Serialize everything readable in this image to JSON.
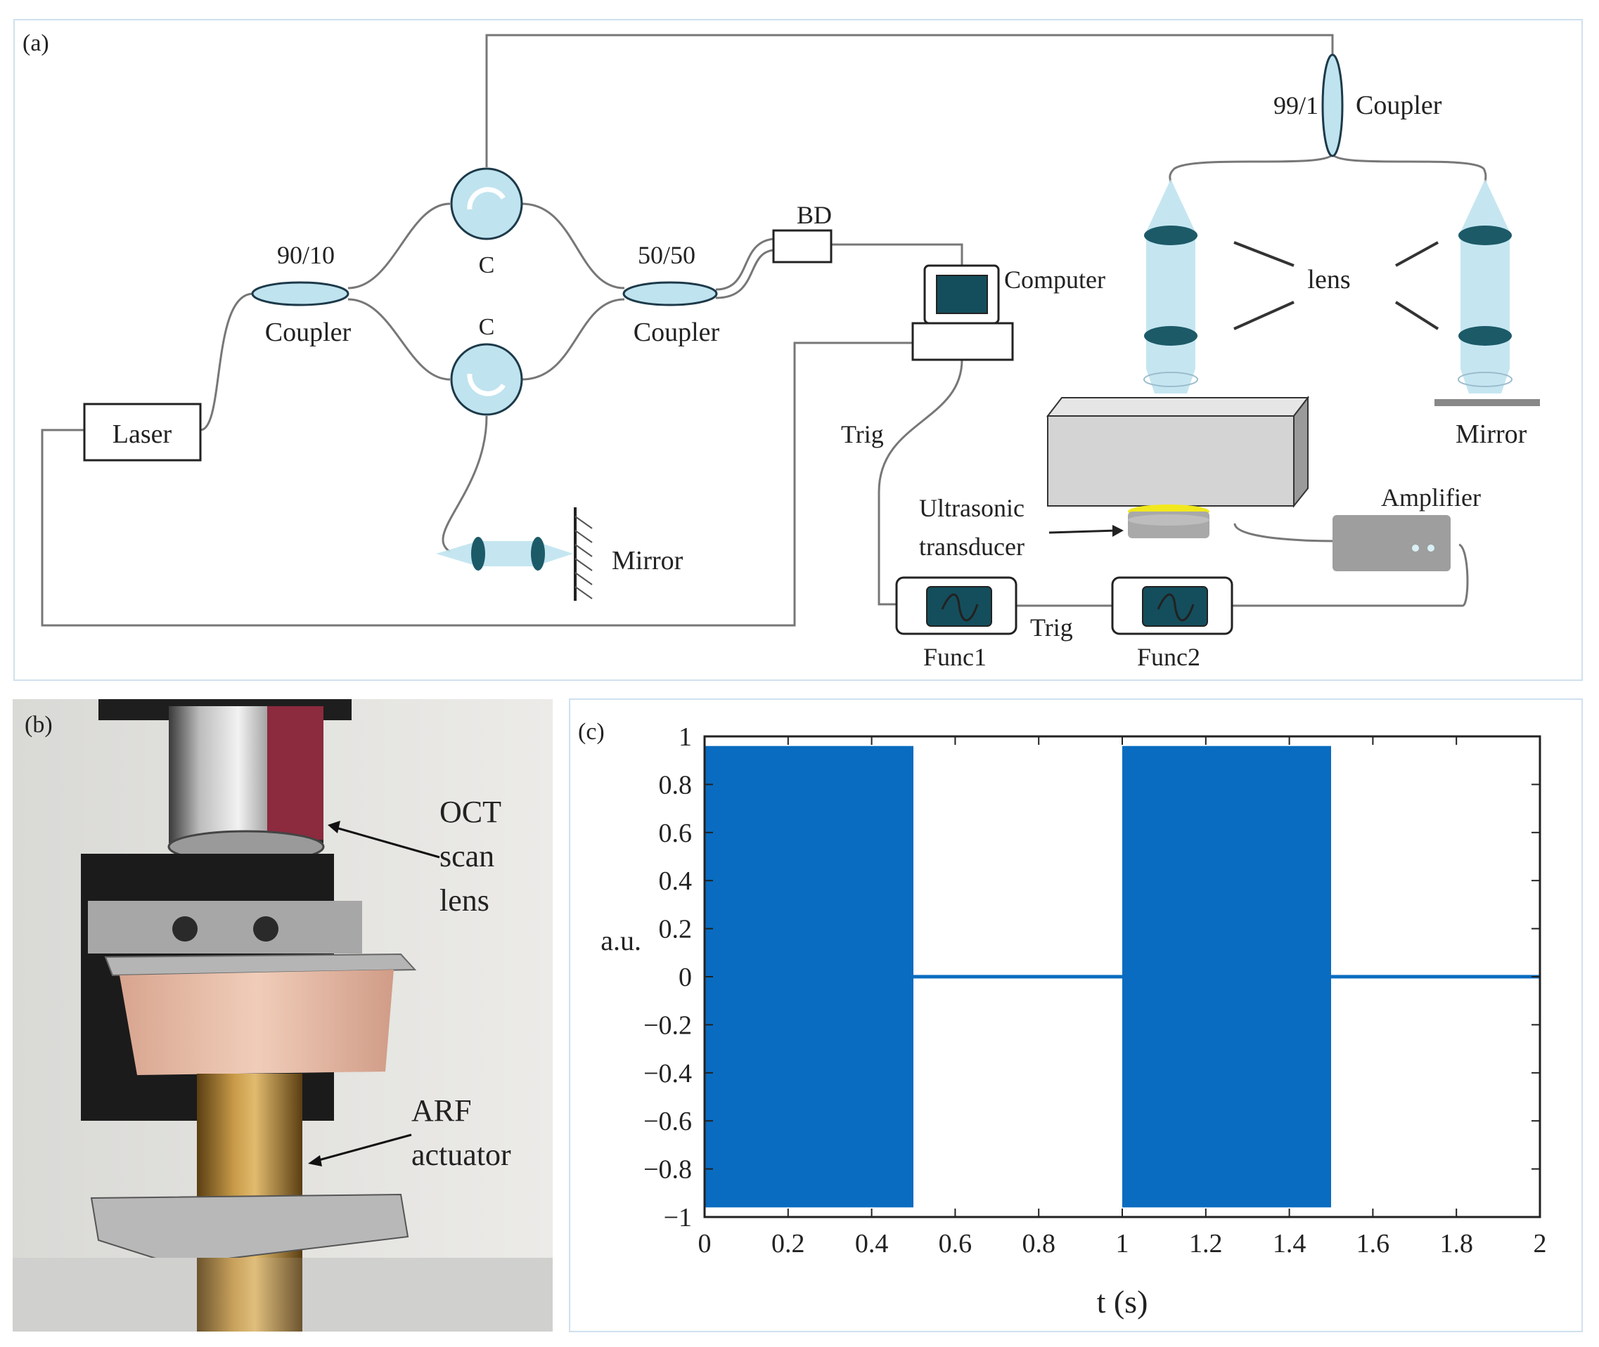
{
  "panels": {
    "a": {
      "tag": "(a)"
    },
    "b": {
      "tag": "(b)"
    },
    "c": {
      "tag": "(c)"
    }
  },
  "diagram": {
    "laser": "Laser",
    "coupler_90_10_ratio": "90/10",
    "coupler_90_10_label": "Coupler",
    "circulator_top": "C",
    "circulator_bottom": "C",
    "coupler_50_50_ratio": "50/50",
    "coupler_50_50_label": "Coupler",
    "bd": "BD",
    "computer": "Computer",
    "trig_1": "Trig",
    "trig_2": "Trig",
    "mirror_ref": "Mirror",
    "coupler_99_1_ratio": "99/1",
    "coupler_99_1_label": "Coupler",
    "lens": "lens",
    "mirror_right": "Mirror",
    "ultrasonic_1": "Ultrasonic",
    "ultrasonic_2": "transducer",
    "amplifier": "Amplifier",
    "func1": "Func1",
    "func2": "Func2"
  },
  "photo": {
    "oct_1": "OCT",
    "oct_2": "scan",
    "oct_3": "lens",
    "arf_1": "ARF",
    "arf_2": "actuator"
  },
  "chart_data": {
    "type": "area",
    "xlabel": "t (s)",
    "ylabel": "a.u.",
    "xlim": [
      0,
      2
    ],
    "ylim": [
      -1,
      1
    ],
    "x_ticks": [
      "0",
      "0.2",
      "0.4",
      "0.6",
      "0.8",
      "1",
      "1.2",
      "1.4",
      "1.6",
      "1.8",
      "2"
    ],
    "y_ticks": [
      "1",
      "0.8",
      "0.6",
      "0.4",
      "0.2",
      "0",
      "−0.2",
      "−0.4",
      "−0.6",
      "−0.8",
      "−1"
    ],
    "bursts": [
      {
        "x_start": 0,
        "x_end": 0.5,
        "y_min": -0.96,
        "y_max": 0.96
      },
      {
        "x_start": 1.0,
        "x_end": 1.5,
        "y_min": -0.96,
        "y_max": 0.96
      }
    ],
    "baseline": {
      "value": 0,
      "segments": [
        [
          0.5,
          1.0
        ],
        [
          1.5,
          2.0
        ]
      ]
    },
    "series_color": "#0a6cc0"
  }
}
